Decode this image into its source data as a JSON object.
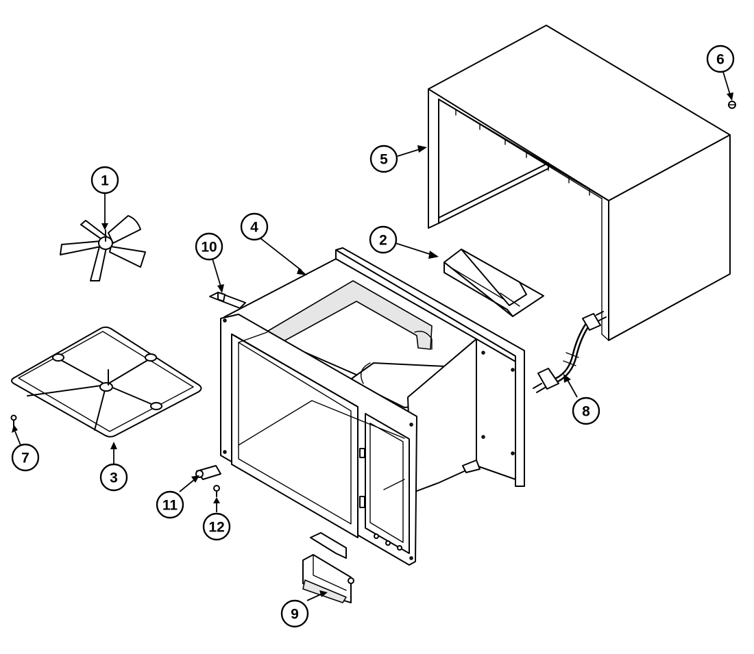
{
  "callouts": [
    {
      "id": "1",
      "label": "1",
      "part": "fan-blade"
    },
    {
      "id": "2",
      "label": "2",
      "part": "duct"
    },
    {
      "id": "3",
      "label": "3",
      "part": "stirrer-rack"
    },
    {
      "id": "4",
      "label": "4",
      "part": "cavity"
    },
    {
      "id": "5",
      "label": "5",
      "part": "outer-wrapper"
    },
    {
      "id": "6",
      "label": "6",
      "part": "screw"
    },
    {
      "id": "7",
      "label": "7",
      "part": "screw"
    },
    {
      "id": "8",
      "label": "8",
      "part": "power-cord"
    },
    {
      "id": "9",
      "label": "9",
      "part": "latch-bracket"
    },
    {
      "id": "10",
      "label": "10",
      "part": "clip"
    },
    {
      "id": "11",
      "label": "11",
      "part": "bracket"
    },
    {
      "id": "12",
      "label": "12",
      "part": "screw"
    }
  ]
}
